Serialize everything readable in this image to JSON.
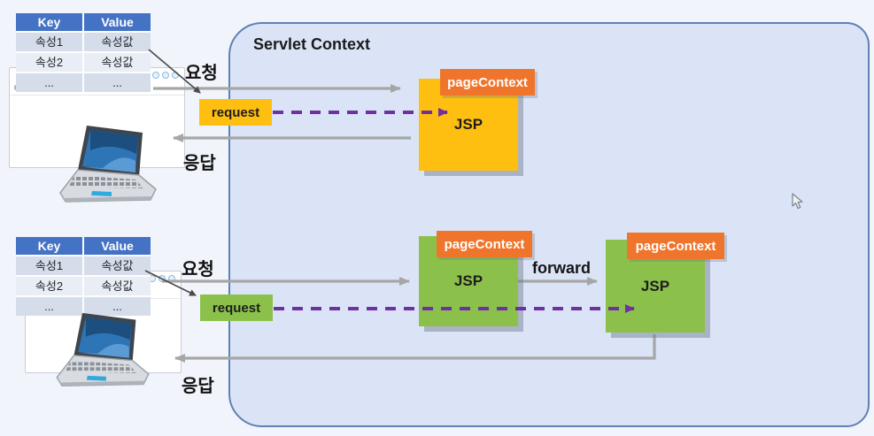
{
  "servlet_context": {
    "label": "Servlet Context"
  },
  "attribute_table": {
    "headers": {
      "key": "Key",
      "value": "Value"
    },
    "rows": [
      {
        "key": "속성1",
        "value": "속성값"
      },
      {
        "key": "속성2",
        "value": "속성값"
      },
      {
        "key": "...",
        "value": "..."
      }
    ]
  },
  "flow_top": {
    "request_label": "요청",
    "response_label": "응답",
    "request_box_label": "request",
    "jsp_label": "JSP",
    "page_context_label": "pageContext"
  },
  "flow_bottom": {
    "request_label": "요청",
    "response_label": "응답",
    "request_box_label": "request",
    "forward_label": "forward",
    "jsp1_label": "JSP",
    "jsp2_label": "JSP",
    "page_context1_label": "pageContext",
    "page_context2_label": "pageContext"
  },
  "colors": {
    "table_header_blue": "#4472C4",
    "table_row_dark": "#D5DDEB",
    "table_row_light": "#E9EDF5",
    "container_fill": "#DBE4F7",
    "container_border": "#6180B4",
    "jsp_yellow": "#FEBF10",
    "jsp_green": "#8BC14B",
    "page_context_orange": "#F0752C",
    "dashed_arrow_purple": "#7030A0",
    "flow_arrow_gray": "#A6A6A6"
  }
}
